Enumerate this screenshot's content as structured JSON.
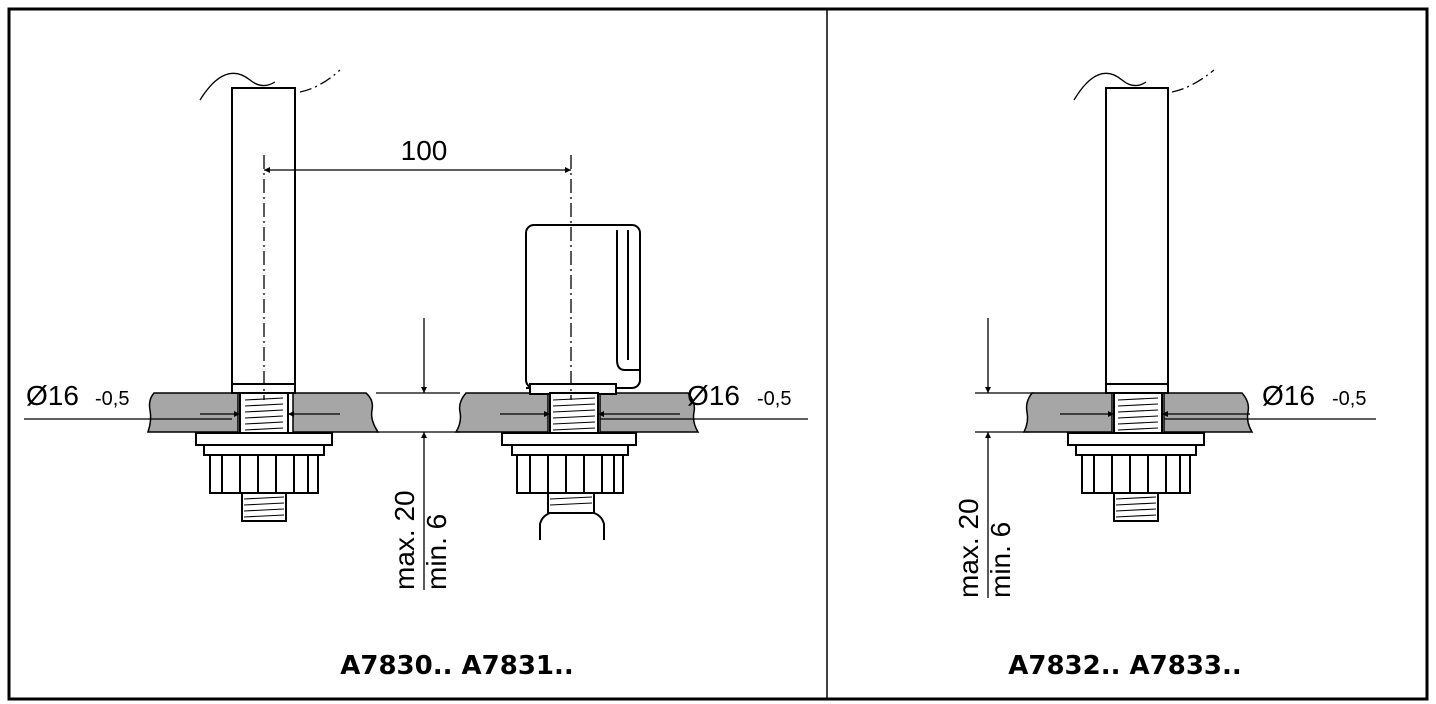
{
  "left_panel": {
    "spacing_dimension": "100",
    "diameter_left": {
      "value": "Ø16",
      "tolerance": "-0,5"
    },
    "diameter_right": {
      "value": "Ø16",
      "tolerance": "-0,5"
    },
    "max_thickness": "max. 20",
    "min_thickness": "min. 6",
    "models": "A7830..  A7831.."
  },
  "right_panel": {
    "diameter": {
      "value": "Ø16",
      "tolerance": "-0,5"
    },
    "max_thickness": "max. 20",
    "min_thickness": "min. 6",
    "models": "A7832..  A7833.."
  },
  "colors": {
    "countertop": "#a6a6a6",
    "line": "#000000",
    "background": "#ffffff"
  }
}
